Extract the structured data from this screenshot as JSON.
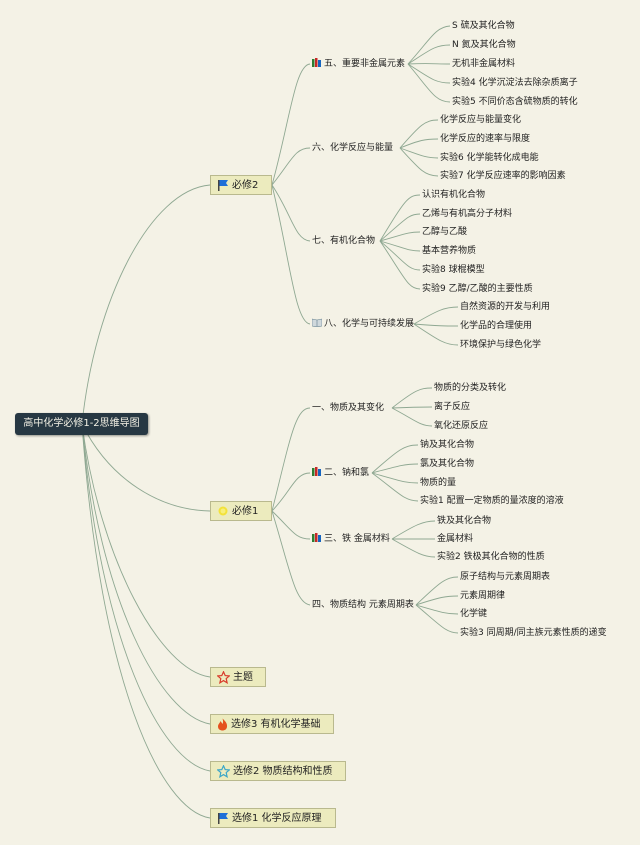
{
  "root": "高中化学必修1-2思维导图",
  "main": {
    "bixiu2": "必修2",
    "bixiu1": "必修1",
    "zhuti": "主题",
    "xuanxiu3": "选修3 有机化学基础",
    "xuanxiu2": "选修2 物质结构和性质",
    "xuanxiu1": "选修1 化学反应原理"
  },
  "b2": {
    "s5": {
      "title": "五、重要非金属元素",
      "items": [
        "S 硫及其化合物",
        "N 氮及其化合物",
        "无机非金属材料",
        "实验4 化学沉淀法去除杂质离子",
        "实验5 不同价态含硫物质的转化"
      ]
    },
    "s6": {
      "title": "六、化学反应与能量",
      "items": [
        "化学反应与能量变化",
        "化学反应的速率与限度",
        "实验6 化学能转化成电能",
        "实验7 化学反应速率的影响因素"
      ]
    },
    "s7": {
      "title": "七、有机化合物",
      "items": [
        "认识有机化合物",
        "乙烯与有机高分子材料",
        "乙醇与乙酸",
        "基本营养物质",
        "实验8 球棍模型",
        "实验9 乙醇/乙酸的主要性质"
      ]
    },
    "s8": {
      "title": "八、化学与可持续发展",
      "items": [
        "自然资源的开发与利用",
        "化学品的合理使用",
        "环境保护与绿色化学"
      ]
    }
  },
  "b1": {
    "s1": {
      "title": "一、物质及其变化",
      "items": [
        "物质的分类及转化",
        "离子反应",
        "氧化还原反应"
      ]
    },
    "s2": {
      "title": "二、钠和氯",
      "items": [
        "钠及其化合物",
        "氯及其化合物",
        "物质的量",
        "实验1 配置一定物质的量浓度的溶液"
      ]
    },
    "s3": {
      "title": "三、铁 金属材料",
      "items": [
        "铁及其化合物",
        "金属材料",
        "实验2 铁极其化合物的性质"
      ]
    },
    "s4": {
      "title": "四、物质结构 元素周期表",
      "items": [
        "原子结构与元素周期表",
        "元素周期律",
        "化学键",
        "实验3 同周期/同主族元素性质的递变"
      ]
    }
  },
  "colors": {
    "line": "#8fa892",
    "root_bg": "#273843",
    "box_bg": "#ecebbe",
    "flag_blue": "#1e6fd8",
    "star_red": "#d83a2a",
    "fire": "#e5511e",
    "star_teal": "#3aa6c8"
  }
}
